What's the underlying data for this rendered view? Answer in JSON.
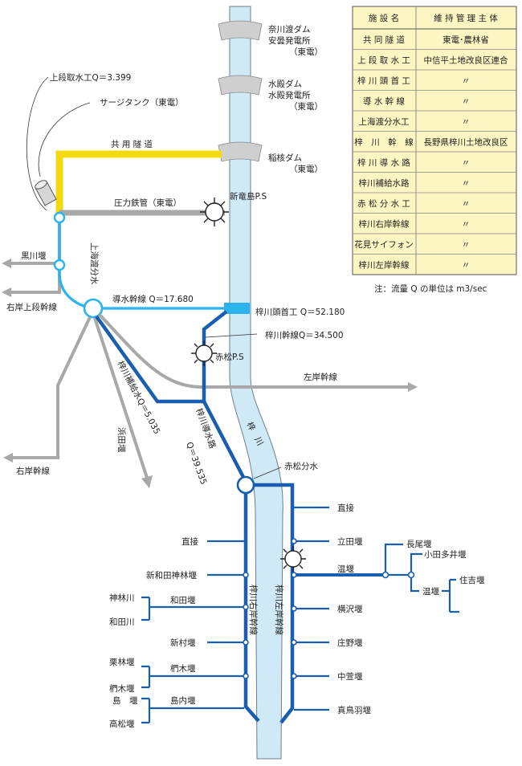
{
  "table": {
    "headers": [
      "施 設 名",
      "維 持 管 理 主 体"
    ],
    "rows": [
      [
        "共 同 隧 道",
        "東電･農林省"
      ],
      [
        "上 段 取 水 工",
        "中信平土地改良区連合"
      ],
      [
        "梓 川 頭 首 工",
        "〃"
      ],
      [
        "導 水 幹 線",
        "〃"
      ],
      [
        "上海渡分水工",
        "〃"
      ],
      [
        "梓　川　幹　線",
        "長野県梓川土地改良区"
      ],
      [
        "梓 川 導 水 路",
        "〃"
      ],
      [
        "梓川補給水路",
        "〃"
      ],
      [
        "赤 松 分 水 工",
        "〃"
      ],
      [
        "梓川右岸幹線",
        "〃"
      ],
      [
        "花見サイフォン",
        "〃"
      ],
      [
        "梓川左岸幹線",
        "〃"
      ]
    ],
    "note": "注：流量 Q の単位は m3/sec"
  },
  "dams": [
    {
      "lines": [
        "奈川渡ダム",
        "安曇発電所",
        "（東電）"
      ]
    },
    {
      "lines": [
        "水殿ダム",
        "水殿発電所",
        "（東電）"
      ]
    },
    {
      "lines": [
        "稲核ダム",
        "（東電）"
      ]
    }
  ],
  "labels": {
    "upper_intake": "上段取水工Q＝3.399",
    "surge_tank": "サージタンク（東電）",
    "joint_tunnel": "共 用 隧 道",
    "penstock": "圧力鉄管（東電）",
    "shin_ryujima": "新竜島P.S",
    "kurokawa": "黒川堰",
    "right_upper_main": "右岸上段幹線",
    "kamigaido_bunsui": "上海渡分水",
    "conduit_main": "導水幹線 Q＝17.680",
    "headworks": "梓川頭首工 Q＝52.180",
    "azusa_main": "梓川幹線Q＝34.500",
    "akamatsu_ps": "赤松P.S",
    "left_main": "左岸幹線",
    "right_main": "右岸幹線",
    "supply_canal": "梓川補給水Q＝5.035",
    "hamada": "浜田堰",
    "conduit": "梓川導水路",
    "conduit_q": "Q＝39.535",
    "river": "梓　川",
    "akamatsu_bunsui": "赤松分水",
    "right_bank_main": "梓川右岸幹線",
    "left_bank_main": "梓川左岸幹線"
  },
  "right_bank": {
    "choku": "直接",
    "shinwada": "新和田神林堰",
    "kanbayashi": "神林川",
    "wada_weir": "和田堰",
    "wadagawa": "和田川",
    "shinmura": "新村堰",
    "kuribayashi": "栗林堰",
    "kunugi": "椚木堰",
    "kunugi_sub": "椚木堰",
    "shima": "島　堰",
    "shimauchi": "島内堰",
    "takamatsu": "高松堰"
  },
  "left_bank": {
    "choku": "直接",
    "tateda": "立田堰",
    "nukuzeki": "温堰",
    "nagao": "長尾堰",
    "otai": "小田多井堰",
    "nuku_sub": "温堰",
    "sumiyoshi": "住吉堰",
    "yokozawa": "横沢堰",
    "shono": "庄野堰",
    "nakagaya": "中萱堰",
    "matoba": "真鳥羽堰"
  }
}
